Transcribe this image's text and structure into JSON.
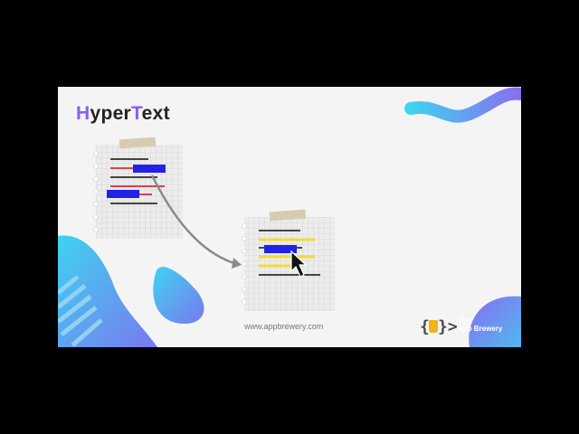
{
  "slide": {
    "title_first_letter": "H",
    "title_middle": "yper",
    "title_second_capital": "T",
    "title_end": "ext",
    "url": "www.appbrewery.com"
  },
  "logo": {
    "brace_left": "{",
    "brace_right": "}>",
    "line1": "The",
    "line2": "App Brewery"
  },
  "colors": {
    "title_accent": "#8a5cf0",
    "highlight_blue": "#2222e6",
    "line_red": "#e04050",
    "line_yellow": "#f0dc3a",
    "wave_cyan": "#3fd3f0",
    "wave_purple": "#8a6cf0"
  }
}
